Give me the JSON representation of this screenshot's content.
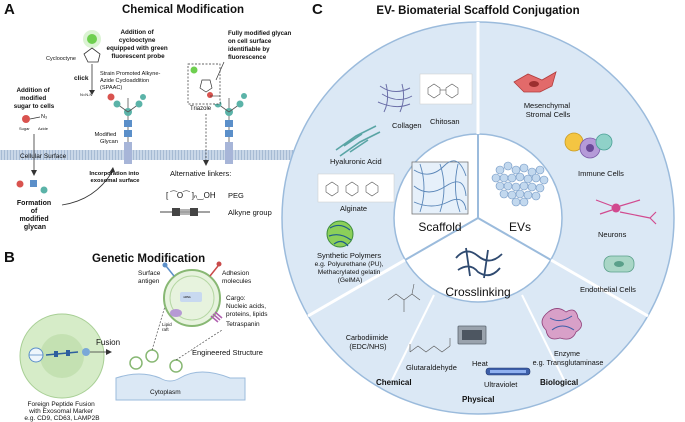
{
  "panel_a": {
    "letter": "A",
    "title": "Chemical Modification",
    "cyclooctyne_label": "Cyclooctyne",
    "addition_probe_lines": [
      "Addition of",
      "cyclooctyne",
      "equipped with green",
      "fluorescent probe"
    ],
    "click_label": "click",
    "spaac_lines": [
      "Strain Promoted Alkyne-",
      "Azide Cycloaddition",
      "(SPAAC)"
    ],
    "fully_modified_lines": [
      "Fully modified glycan",
      "on cell surface",
      "identifiable by",
      "fluorescence"
    ],
    "triazole_label": "Triazole",
    "addition_sugar_lines": [
      "Addition of",
      "modified",
      "sugar to cells"
    ],
    "n3_label": "N₃",
    "sugar_label": "Sugar",
    "azide_label": "Azide",
    "modified_glycan_lines": [
      "Modified",
      "Glycan"
    ],
    "cellular_surface_label": "Cellular Surface",
    "alt_linkers_label": "Alternative linkers:",
    "peg_label": "PEG",
    "alkyne_label": "Alkyne group",
    "incorporation_lines": [
      "Incorporation into",
      "exosomal surface"
    ],
    "formation_lines": [
      "Formation",
      "of",
      "modified",
      "glycan"
    ]
  },
  "panel_b": {
    "letter": "B",
    "title": "Genetic Modification",
    "surface_antigen_lines": [
      "Surface",
      "antigen"
    ],
    "adhesion_lines": [
      "Adhesion",
      "molecules"
    ],
    "cargo_lines": [
      "Cargo:",
      "Nucleic acids,",
      "proteins, lipids"
    ],
    "lipid_raft_lines": [
      "Lipid",
      "raft"
    ],
    "tetraspanin_label": "Tetraspanin",
    "fusion_label": "Fusion",
    "engineered_label": "Engineered Structure",
    "cytoplasm_label": "Cytoplasm",
    "foreign_lines": [
      "Foreign Peptide Fusion",
      "with Exosomal Marker",
      "e.g. CD9, CD63, LAMP2B"
    ]
  },
  "panel_c": {
    "letter": "C",
    "title": "EV- Biomaterial Scaffold Conjugation",
    "collagen": "Collagen",
    "chitosan": "Chitosan",
    "hyaluronic": "Hyaluronic Acid",
    "alginate": "Alginate",
    "synthetic_lines": [
      "Synthetic Polymers",
      "e.g. Polyurethane (PU),",
      "Methacrylated gelatin",
      "(GelMA)"
    ],
    "msc_lines": [
      "Mesenchymal",
      "Stromal Cells"
    ],
    "immune": "Immune Cells",
    "neurons": "Neurons",
    "endothelial": "Endothelial Cells",
    "scaffold": "Scaffold",
    "evs": "EVs",
    "crosslinking": "Crosslinking",
    "carbodiimide_lines": [
      "Carbodiimide",
      "(EDC/NHS)"
    ],
    "glutaraldehyde": "Glutaraldehyde",
    "heat": "Heat",
    "ultraviolet": "Ultraviolet",
    "enzyme_lines": [
      "Enzyme",
      "e.g. Transglutaminase"
    ],
    "chemical": "Chemical",
    "physical": "Physical",
    "biological": "Biological"
  },
  "colors": {
    "outer_ring": "#dbe8f5",
    "ring_stroke": "#9bbbdc",
    "membrane": "#c9d7e8",
    "cell_green": "#d6ecc8",
    "glycan_blue": "#5b8fc9",
    "glycan_teal": "#5bb3a8",
    "sugar_red": "#d9534f",
    "probe_green": "#6ecf4f"
  }
}
